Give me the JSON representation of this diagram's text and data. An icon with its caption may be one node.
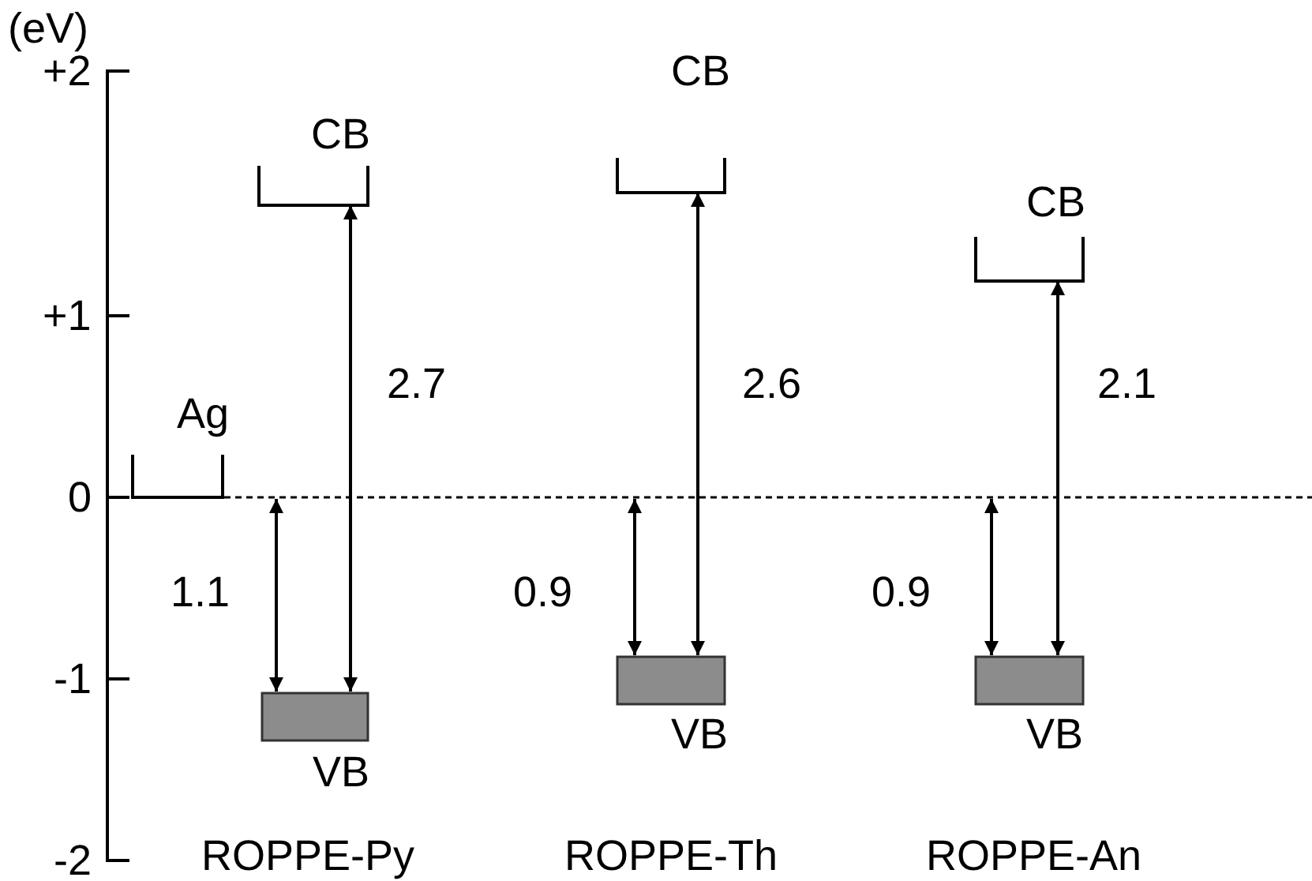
{
  "diagram": {
    "nodes": [
      {
        "text": [
          "Ag"
        ]
      },
      {
        "text": [
          "CB"
        ]
      },
      {
        "text": [
          "VB"
        ]
      },
      {
        "text": [
          "CB"
        ]
      },
      {
        "text": [
          "VB"
        ]
      },
      {
        "text": [
          "CB"
        ]
      },
      {
        "text": [
          "VB"
        ]
      },
      {
        "text": [],
        "shape": "bar"
      }
    ],
    "edges": [
      {
        "from": 7,
        "to": 2,
        "arrow": "both",
        "label": "1.1"
      },
      {
        "from": 7,
        "to": 4,
        "arrow": "both",
        "label": "0.9"
      },
      {
        "from": 7,
        "to": 6,
        "arrow": "both",
        "label": "0.9"
      },
      {
        "from": 1,
        "to": 2,
        "arrow": "both",
        "label": "2.7"
      },
      {
        "from": 3,
        "to": 4,
        "arrow": "both",
        "label": "2.6"
      },
      {
        "from": 5,
        "to": 6,
        "arrow": "both",
        "label": "2.1"
      }
    ],
    "labels": [
      "(eV)",
      "+2",
      "+1",
      "0",
      "-1",
      "-2",
      "ROPPE-Py",
      "ROPPE-Th",
      "ROPPE-An"
    ]
  }
}
